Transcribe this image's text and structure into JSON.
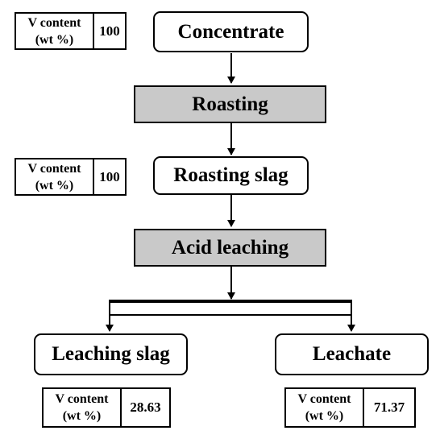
{
  "nodes": {
    "concentrate": "Concentrate",
    "roasting": "Roasting",
    "roasting_slag": "Roasting slag",
    "acid_leaching": "Acid leaching",
    "leaching_slag": "Leaching slag",
    "leachate": "Leachate"
  },
  "v_tables": {
    "concentrate": {
      "label_line1": "V content",
      "label_line2": "(wt %)",
      "value": "100"
    },
    "roasting_slag": {
      "label_line1": "V content",
      "label_line2": "(wt %)",
      "value": "100"
    },
    "leaching_slag": {
      "label_line1": "V content",
      "label_line2": "(wt %)",
      "value": "28.63"
    },
    "leachate": {
      "label_line1": "V content",
      "label_line2": "(wt %)",
      "value": "71.37"
    }
  },
  "colors": {
    "process_fill": "#c9c9c9",
    "stroke": "#000000"
  }
}
